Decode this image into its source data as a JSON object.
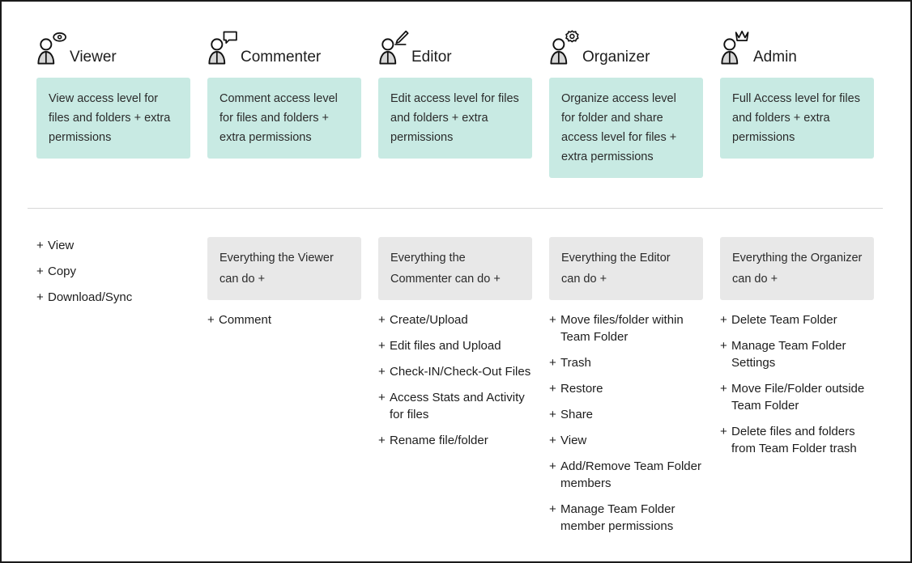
{
  "theme": {
    "description_box_color": "#c8eae3",
    "inherit_box_color": "#e8e8e8",
    "divider_color": "#d8d8d8",
    "text_color": "#1d1d1d",
    "page_background": "#ffffff",
    "border_color": "#1a1a1a"
  },
  "plus_symbol": "+",
  "roles": [
    {
      "name": "Viewer",
      "icon": "person-eye-icon",
      "description": "View access level for files and folders + extra permissions",
      "inherits": null,
      "permissions": [
        "View",
        "Copy",
        "Download/Sync"
      ]
    },
    {
      "name": "Commenter",
      "icon": "person-comment-icon",
      "description": "Comment access level for files and folders + extra permissions",
      "inherits": "Everything the Viewer can do +",
      "permissions": [
        "Comment"
      ]
    },
    {
      "name": "Editor",
      "icon": "person-pencil-icon",
      "description": "Edit access level for files and folders + extra permissions",
      "inherits": "Everything the Commenter can do +",
      "permissions": [
        "Create/Upload",
        "Edit files and Upload",
        "Check-IN/Check-Out Files",
        "Access Stats and Activity for files",
        "Rename file/folder"
      ]
    },
    {
      "name": "Organizer",
      "icon": "person-gear-icon",
      "description": "Organize access level for folder and share access level for files + extra permissions",
      "inherits": "Everything the Editor can do +",
      "permissions": [
        "Move files/folder within Team Folder",
        "Trash",
        "Restore",
        "Share",
        "View",
        "Add/Remove Team Folder members",
        "Manage Team Folder member permissions"
      ]
    },
    {
      "name": "Admin",
      "icon": "person-crown-icon",
      "description": "Full Access level for files and folders + extra permissions",
      "inherits": "Everything the Organizer can do +",
      "permissions": [
        "Delete Team Folder",
        "Manage Team Folder Settings",
        "Move File/Folder outside Team Folder",
        "Delete files and folders from Team Folder trash"
      ]
    }
  ]
}
